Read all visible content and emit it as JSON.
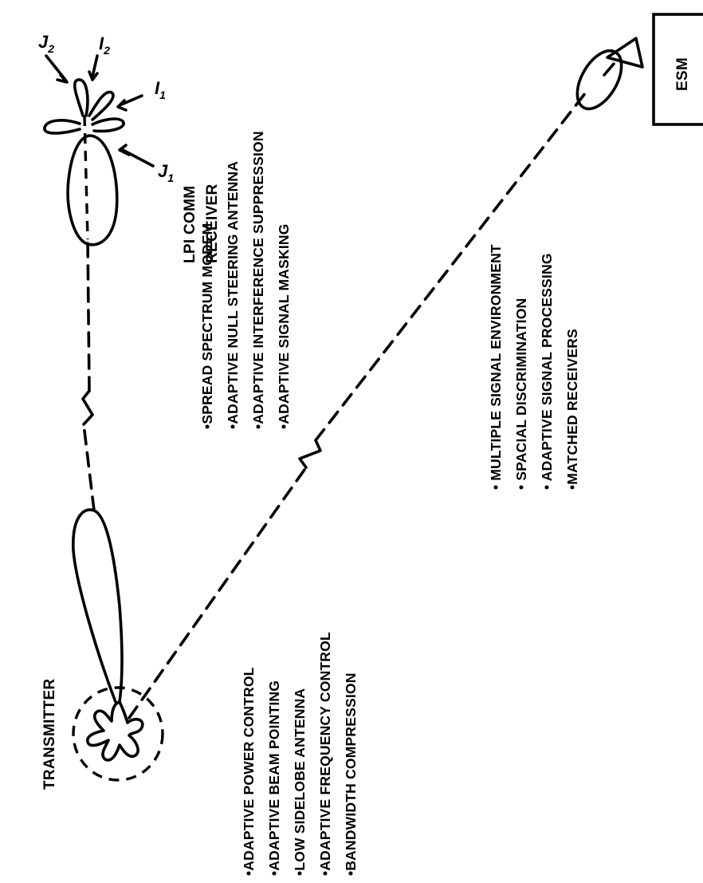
{
  "transmitter": {
    "title": "TRANSMITTER",
    "features": [
      "•ADAPTIVE POWER CONTROL",
      "•ADAPTIVE BEAM POINTING",
      "•LOW SIDELOBE ANTENNA",
      "•ADAPTIVE FREQUENCY CONTROL",
      "•BANDWIDTH COMPRESSION"
    ]
  },
  "receiver": {
    "title_line1": "LPI COMM",
    "title_line2": "RECEIVER",
    "features": [
      "•SPREAD SPECTRUM MODEM",
      "•ADAPTIVE NULL STEERING ANTENNA",
      "•ADAPTIVE INTERFERENCE SUPPRESSION",
      "•ADAPTIVE SIGNAL MASKING"
    ],
    "jammer_labels": [
      "J",
      "I",
      "I",
      "J"
    ],
    "jammer_subscripts": [
      "2",
      "2",
      "1",
      "1"
    ]
  },
  "esm": {
    "title": "ESM",
    "features": [
      "• MULTIPLE SIGNAL ENVIRONMENT",
      "• SPACIAL DISCRIMINATION",
      "• ADAPTIVE SIGNAL PROCESSING",
      "•MATCHED RECEIVERS"
    ]
  }
}
